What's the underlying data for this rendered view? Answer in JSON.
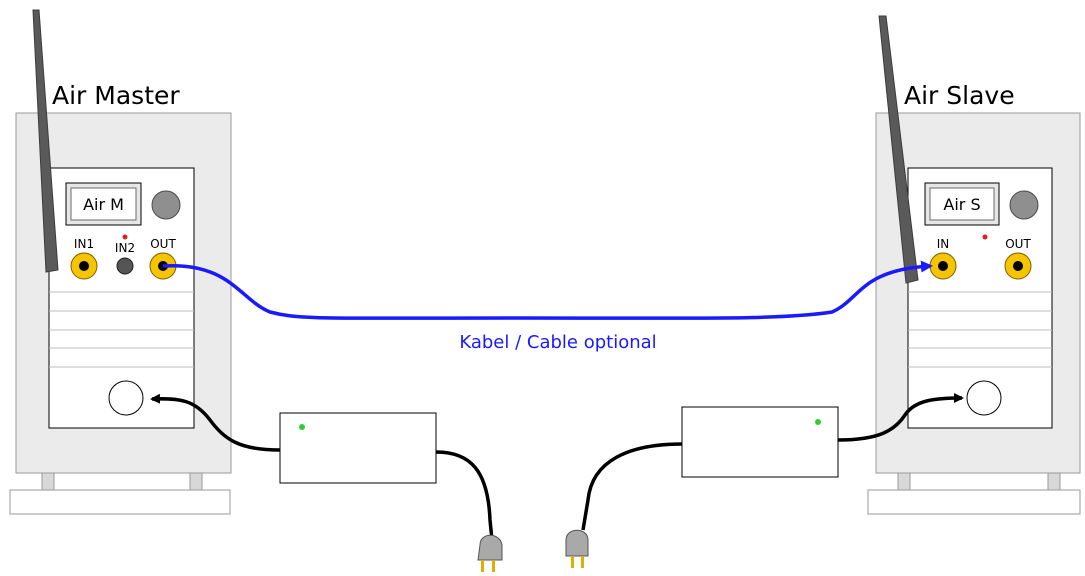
{
  "master": {
    "title": "Air Master",
    "display": "Air M",
    "ports": {
      "in1": "IN1",
      "in2": "IN2",
      "out": "OUT"
    }
  },
  "slave": {
    "title": "Air Slave",
    "display": "Air S",
    "ports": {
      "in": "IN",
      "out": "OUT"
    }
  },
  "cable": {
    "label": "Kabel / Cable optional",
    "color": "#1a1aff"
  },
  "colors": {
    "cabinet": "#ebebeb",
    "panel": "#ffffff",
    "port_ring": "#f6c400",
    "led_red": "#e02020",
    "led_green": "#33cc33",
    "antenna": "#5a5a5a",
    "power_cable": "#000000",
    "plug": "#a9a9a9",
    "plug_pins": "#e0b000"
  }
}
